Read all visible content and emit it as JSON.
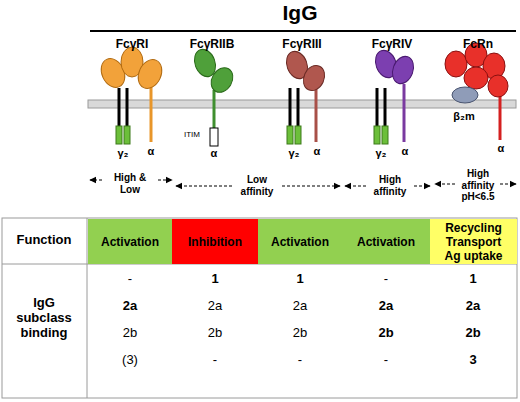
{
  "diagram": {
    "title": "IgG",
    "nodes": [
      {
        "text": [
          "Activation"
        ]
      },
      {
        "text": [
          "Inhibition"
        ]
      },
      {
        "text": [
          "Activation"
        ]
      },
      {
        "text": [
          "Activation"
        ]
      },
      {
        "text": [
          "Recycling Transport Ag uptake"
        ]
      }
    ],
    "labels": [
      "FcγRI",
      "FcγRIIB",
      "FcγRIII",
      "FcγRIV",
      "FcRn",
      "γ₂",
      "α",
      "ITIM",
      "α",
      "γ₂",
      "α",
      "γ₂",
      "α",
      "β₂m",
      "α",
      "High & Low",
      "Low affinity",
      "High affinity",
      "High affinity pH<6.5",
      "Function",
      "IgG subclass binding",
      "-",
      "2a",
      "2b",
      "(3)",
      "1",
      "2a",
      "2b",
      "-",
      "1",
      "2a",
      "2b",
      "-",
      "-",
      "2a",
      "2b",
      "-",
      "1",
      "2a",
      "2b",
      "3"
    ]
  }
}
